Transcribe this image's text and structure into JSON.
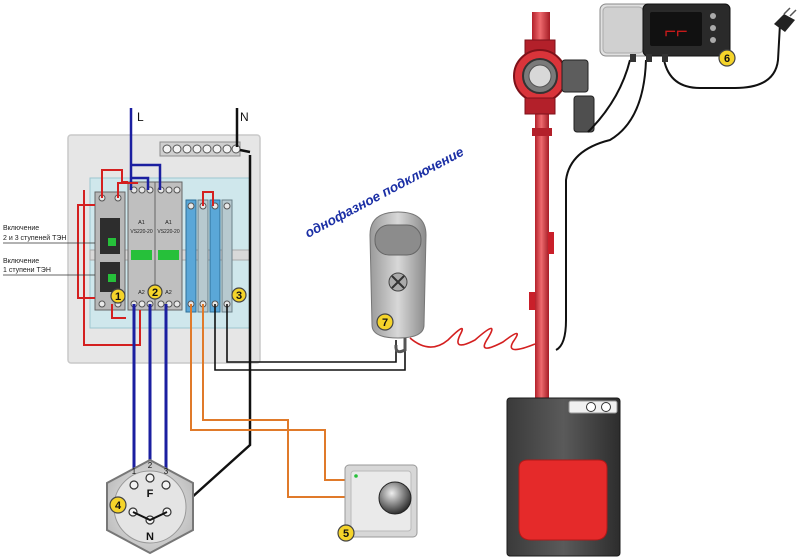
{
  "lines": {
    "phase": "L",
    "neutral": "N"
  },
  "labels": {
    "stage_2_3_line1": "Включение",
    "stage_2_3_line2": "2 и 3 ступеней ТЭН",
    "stage_1_line1": "Включение",
    "stage_1_line2": "1 ступени ТЭН",
    "connection_type": "однофазное подключение"
  },
  "contactors": {
    "model_left": "VS220-20",
    "model_right": "VS220-20",
    "coil_a1": "A1",
    "coil_a2": "A2"
  },
  "heater": {
    "phase_a": "1",
    "phase_b": "2",
    "phase_c": "3",
    "fuse": "F",
    "neutral": "N"
  },
  "markers": [
    "1",
    "2",
    "3",
    "4",
    "5",
    "6",
    "7"
  ],
  "colors": {
    "blue_wire": "#1b1fa0",
    "black_wire": "#111111",
    "red_wire": "#d42020",
    "orange_wire": "#e07a2a",
    "marker_fill": "#f5d42a",
    "pipe": "#d9343a"
  }
}
